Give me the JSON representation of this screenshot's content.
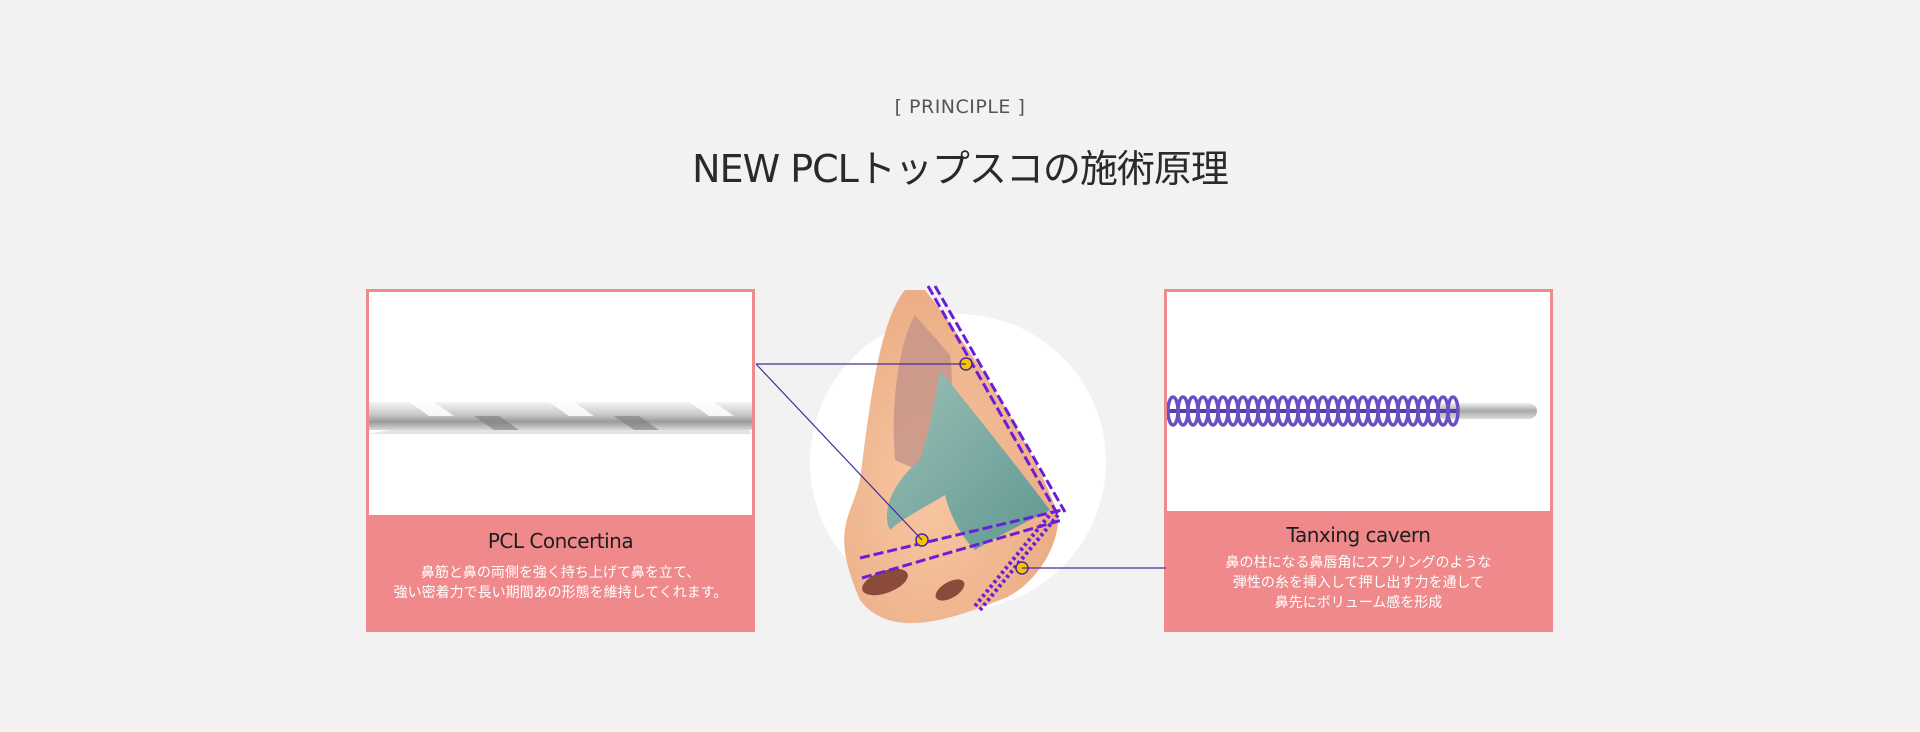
{
  "section": {
    "eyebrow": "[ PRINCIPLE ]",
    "title": "NEW PCLトップスコの施術原理"
  },
  "cards": [
    {
      "title": "PCL Concertina",
      "desc_line1": "鼻筋と鼻の両側を強く持ち上げて鼻を立て、",
      "desc_line2": "強い密着力で長い期間あの形態を維持してくれます。"
    },
    {
      "title": "Tanxing cavern",
      "desc_line1": "鼻の柱になる鼻唇角にスプリングのような",
      "desc_line2": "弾性の糸を挿入して押し出す力を通して",
      "desc_line3": "鼻先にボリューム感を形成"
    }
  ],
  "colors": {
    "background": "#f2f2f2",
    "accent_pink": "#f0898b",
    "thread_purple": "#6a1fd6",
    "marker_yellow": "#f5c400",
    "connector_line": "#4b2a9a"
  }
}
